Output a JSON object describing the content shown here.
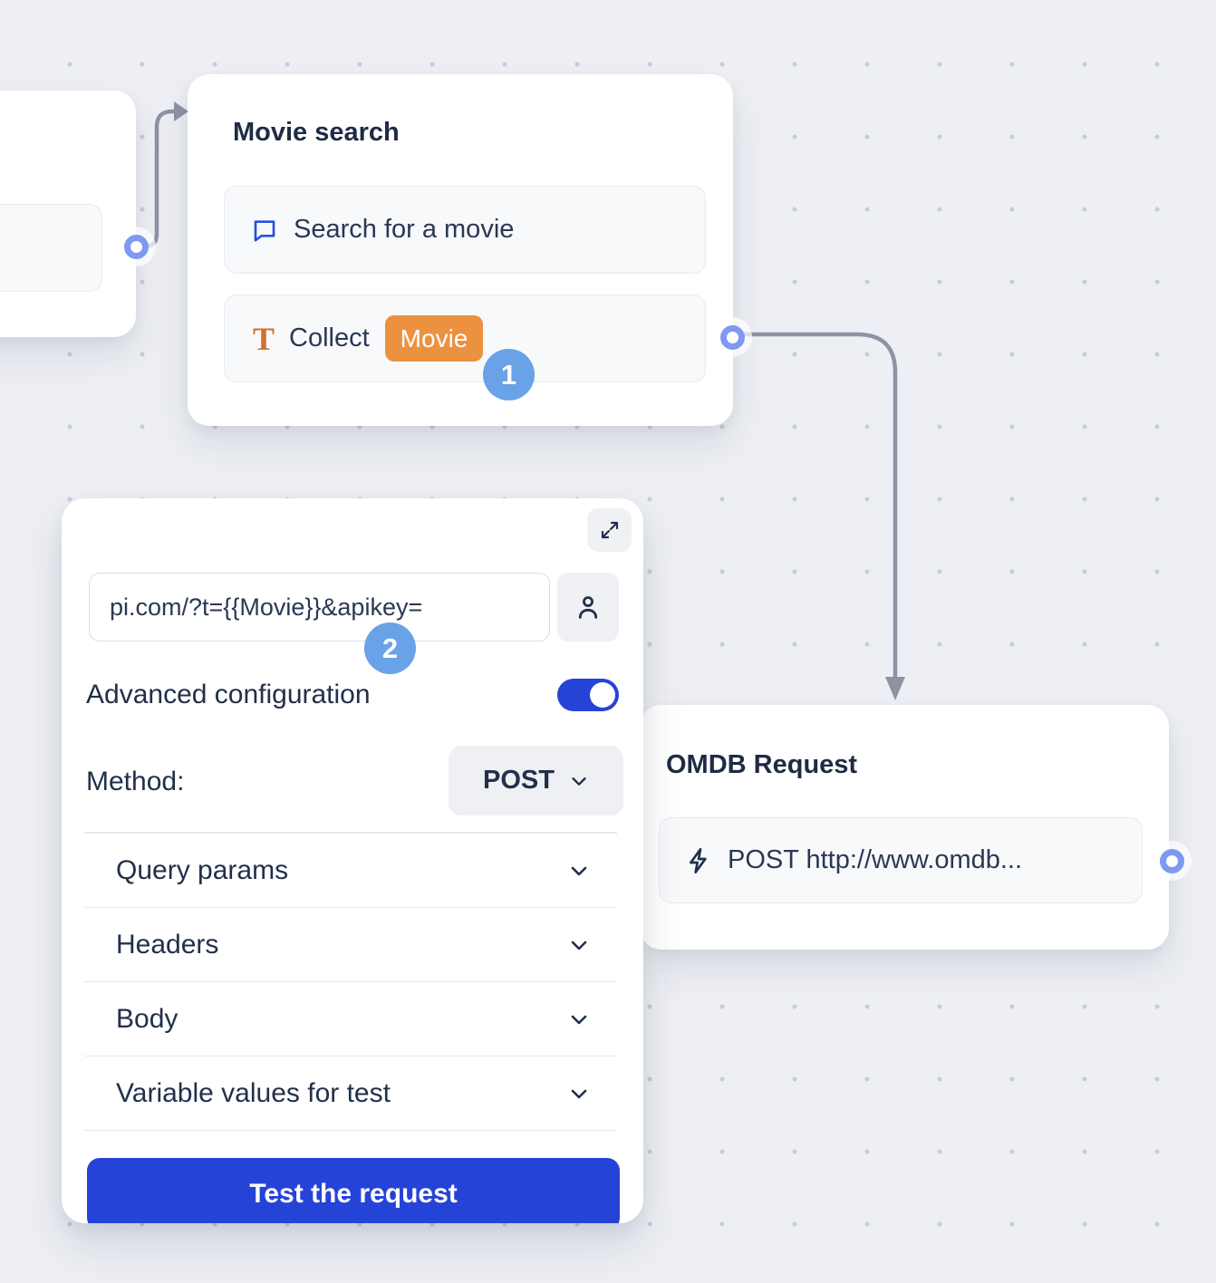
{
  "colors": {
    "background": "#edeff4",
    "grid_dot": "#c7ccd8",
    "primary_blue": "#2643d8",
    "variable_chip_orange": "#ec9140",
    "collect_glyph_orange": "#d2722a",
    "step_badge_blue": "#6aa2e8",
    "port_ring_blue": "#7e99f2",
    "connector_gray": "#8d93a3",
    "title_text": "#1f2b45",
    "body_text": "#2b3854",
    "question_icon_blue": "#2050e8"
  },
  "icons": {
    "question_item": "chat-bubble",
    "collect_item_glyph": "T",
    "request_item": "lightning-bolt",
    "url_account_button": "person",
    "panel_expand_button": "diagonal-resize-arrows",
    "section_collapse": "chevron-down"
  },
  "movie_card": {
    "title": "Movie search",
    "question_item": {
      "label": "Search for a movie"
    },
    "collect_item": {
      "label": "Collect",
      "variable_chip": "Movie"
    },
    "step_badge": "1"
  },
  "config_panel": {
    "step_badge": "2",
    "url_input": {
      "value": "pi.com/?t={{Movie}}&apikey="
    },
    "advanced_toggle_label": "Advanced configuration",
    "advanced_toggle_state": "on",
    "method_label": "Method:",
    "method_value": "POST",
    "sections": [
      "Query params",
      "Headers",
      "Body",
      "Variable values for test"
    ],
    "test_button_label": "Test the request"
  },
  "omdb_card": {
    "title": "OMDB Request",
    "request_item": {
      "label": "POST http://www.omdb..."
    }
  }
}
